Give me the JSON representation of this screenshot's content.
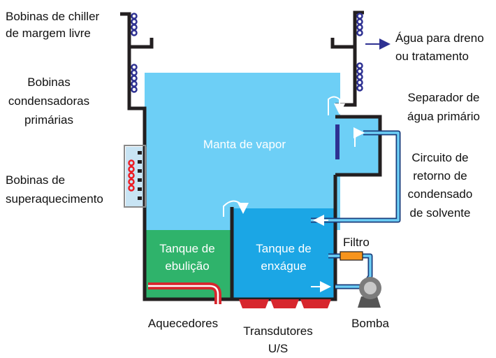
{
  "labels": {
    "chiller_line1": "Bobinas de chiller",
    "chiller_line2": "de margem livre",
    "condensing_line1": "Bobinas",
    "condensing_line2": "condensadoras",
    "condensing_line3": "primárias",
    "superheat_line1": "Bobinas de",
    "superheat_line2": "superaquecimento",
    "drain_line1": "Água para dreno",
    "drain_line2": "ou tratamento",
    "separator_line1": "Separador de",
    "separator_line2": "água primário",
    "return_line1": "Circuito de",
    "return_line2": "retorno de",
    "return_line3": "condensado",
    "return_line4": "de solvente",
    "vapor_blanket": "Manta de vapor",
    "boil_line1": "Tanque de",
    "boil_line2": "ebulição",
    "rinse_line1": "Tanque de",
    "rinse_line2": "enxágue",
    "filter": "Filtro",
    "heaters": "Aquecedores",
    "transducers_line1": "Transdutores",
    "transducers_line2": "U/S",
    "pump": "Bomba"
  },
  "colors": {
    "vapor": "#6dcff6",
    "rinse": "#1ba6e5",
    "boil": "#2fb36b",
    "wall": "#231f20",
    "coil_blue": "#2e3192",
    "coil_red": "#ed1c24",
    "heater": "#d7262d",
    "filter": "#f7941d",
    "pipe_outline": "#1a3d7c",
    "arrow_blue": "#2e3192",
    "superheat_panel": "#c8e4f4"
  }
}
